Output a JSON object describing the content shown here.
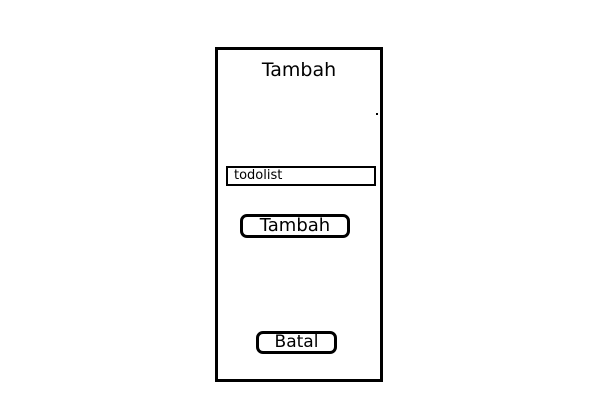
{
  "screen": {
    "title": "Tambah"
  },
  "form": {
    "todo_value": "todolist",
    "add_button_label": "Tambah",
    "cancel_button_label": "Batal"
  },
  "colors": {
    "background": "#ffffff",
    "ink": "#000000"
  }
}
